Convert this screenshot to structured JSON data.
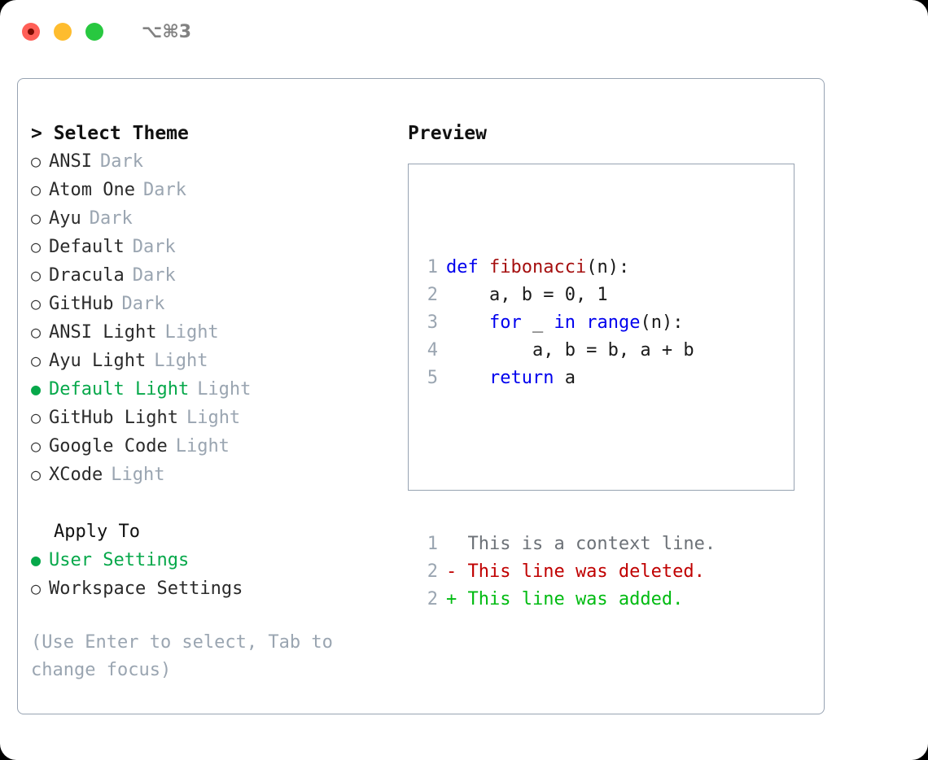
{
  "titlebar": {
    "shortcut": "⌥⌘3",
    "lights": [
      {
        "name": "close",
        "color": "#ff5f57"
      },
      {
        "name": "minimize",
        "color": "#febc2e"
      },
      {
        "name": "maximize",
        "color": "#28c840"
      }
    ]
  },
  "theme_picker": {
    "header": "> Select Theme",
    "options": [
      {
        "marker": "○",
        "label": "ANSI",
        "kind": "Dark",
        "selected": false
      },
      {
        "marker": "○",
        "label": "Atom One",
        "kind": "Dark",
        "selected": false
      },
      {
        "marker": "○",
        "label": "Ayu",
        "kind": "Dark",
        "selected": false
      },
      {
        "marker": "○",
        "label": "Default",
        "kind": "Dark",
        "selected": false
      },
      {
        "marker": "○",
        "label": "Dracula",
        "kind": "Dark",
        "selected": false
      },
      {
        "marker": "○",
        "label": "GitHub",
        "kind": "Dark",
        "selected": false
      },
      {
        "marker": "○",
        "label": "ANSI Light",
        "kind": "Light",
        "selected": false
      },
      {
        "marker": "○",
        "label": "Ayu Light",
        "kind": "Light",
        "selected": false
      },
      {
        "marker": "●",
        "label": "Default Light",
        "kind": "Light",
        "selected": true
      },
      {
        "marker": "○",
        "label": "GitHub Light",
        "kind": "Light",
        "selected": false
      },
      {
        "marker": "○",
        "label": "Google Code",
        "kind": "Light",
        "selected": false
      },
      {
        "marker": "○",
        "label": "XCode",
        "kind": "Light",
        "selected": false
      }
    ]
  },
  "apply_to": {
    "title": "Apply To",
    "options": [
      {
        "marker": "●",
        "label": "User Settings",
        "selected": true
      },
      {
        "marker": "○",
        "label": "Workspace Settings",
        "selected": false
      }
    ]
  },
  "hint": "(Use Enter to select, Tab to change focus)",
  "preview": {
    "title": "Preview",
    "code_lines": [
      {
        "num": "1",
        "tokens": [
          {
            "t": "def ",
            "c": "kw"
          },
          {
            "t": "fibonacci",
            "c": "fn"
          },
          {
            "t": "(n):",
            "c": "pl"
          }
        ]
      },
      {
        "num": "2",
        "tokens": [
          {
            "t": "    a, b = 0, 1",
            "c": "pl"
          }
        ]
      },
      {
        "num": "3",
        "tokens": [
          {
            "t": "    ",
            "c": "pl"
          },
          {
            "t": "for",
            "c": "kw"
          },
          {
            "t": " _ ",
            "c": "pl"
          },
          {
            "t": "in",
            "c": "kw"
          },
          {
            "t": " ",
            "c": "pl"
          },
          {
            "t": "range",
            "c": "kw"
          },
          {
            "t": "(n):",
            "c": "pl"
          }
        ]
      },
      {
        "num": "4",
        "tokens": [
          {
            "t": "        a, b = b, a + b",
            "c": "pl"
          }
        ]
      },
      {
        "num": "5",
        "tokens": [
          {
            "t": "    ",
            "c": "pl"
          },
          {
            "t": "return",
            "c": "kw"
          },
          {
            "t": " a",
            "c": "pl"
          }
        ]
      }
    ],
    "diff_lines": [
      {
        "num": "1",
        "text": "  This is a context line.",
        "c": "ctx"
      },
      {
        "num": "2",
        "text": "- This line was deleted.",
        "c": "del"
      },
      {
        "num": "2",
        "text": "+ This line was added.",
        "c": "add"
      }
    ]
  },
  "colors": {
    "accent_green": "#06a84a",
    "muted_gray": "#9aa5b1",
    "border": "#97a3b2",
    "keyword_blue": "#0000ee",
    "function_red": "#a50f0f",
    "diff_deleted": "#c00000",
    "diff_added": "#00bb11"
  }
}
